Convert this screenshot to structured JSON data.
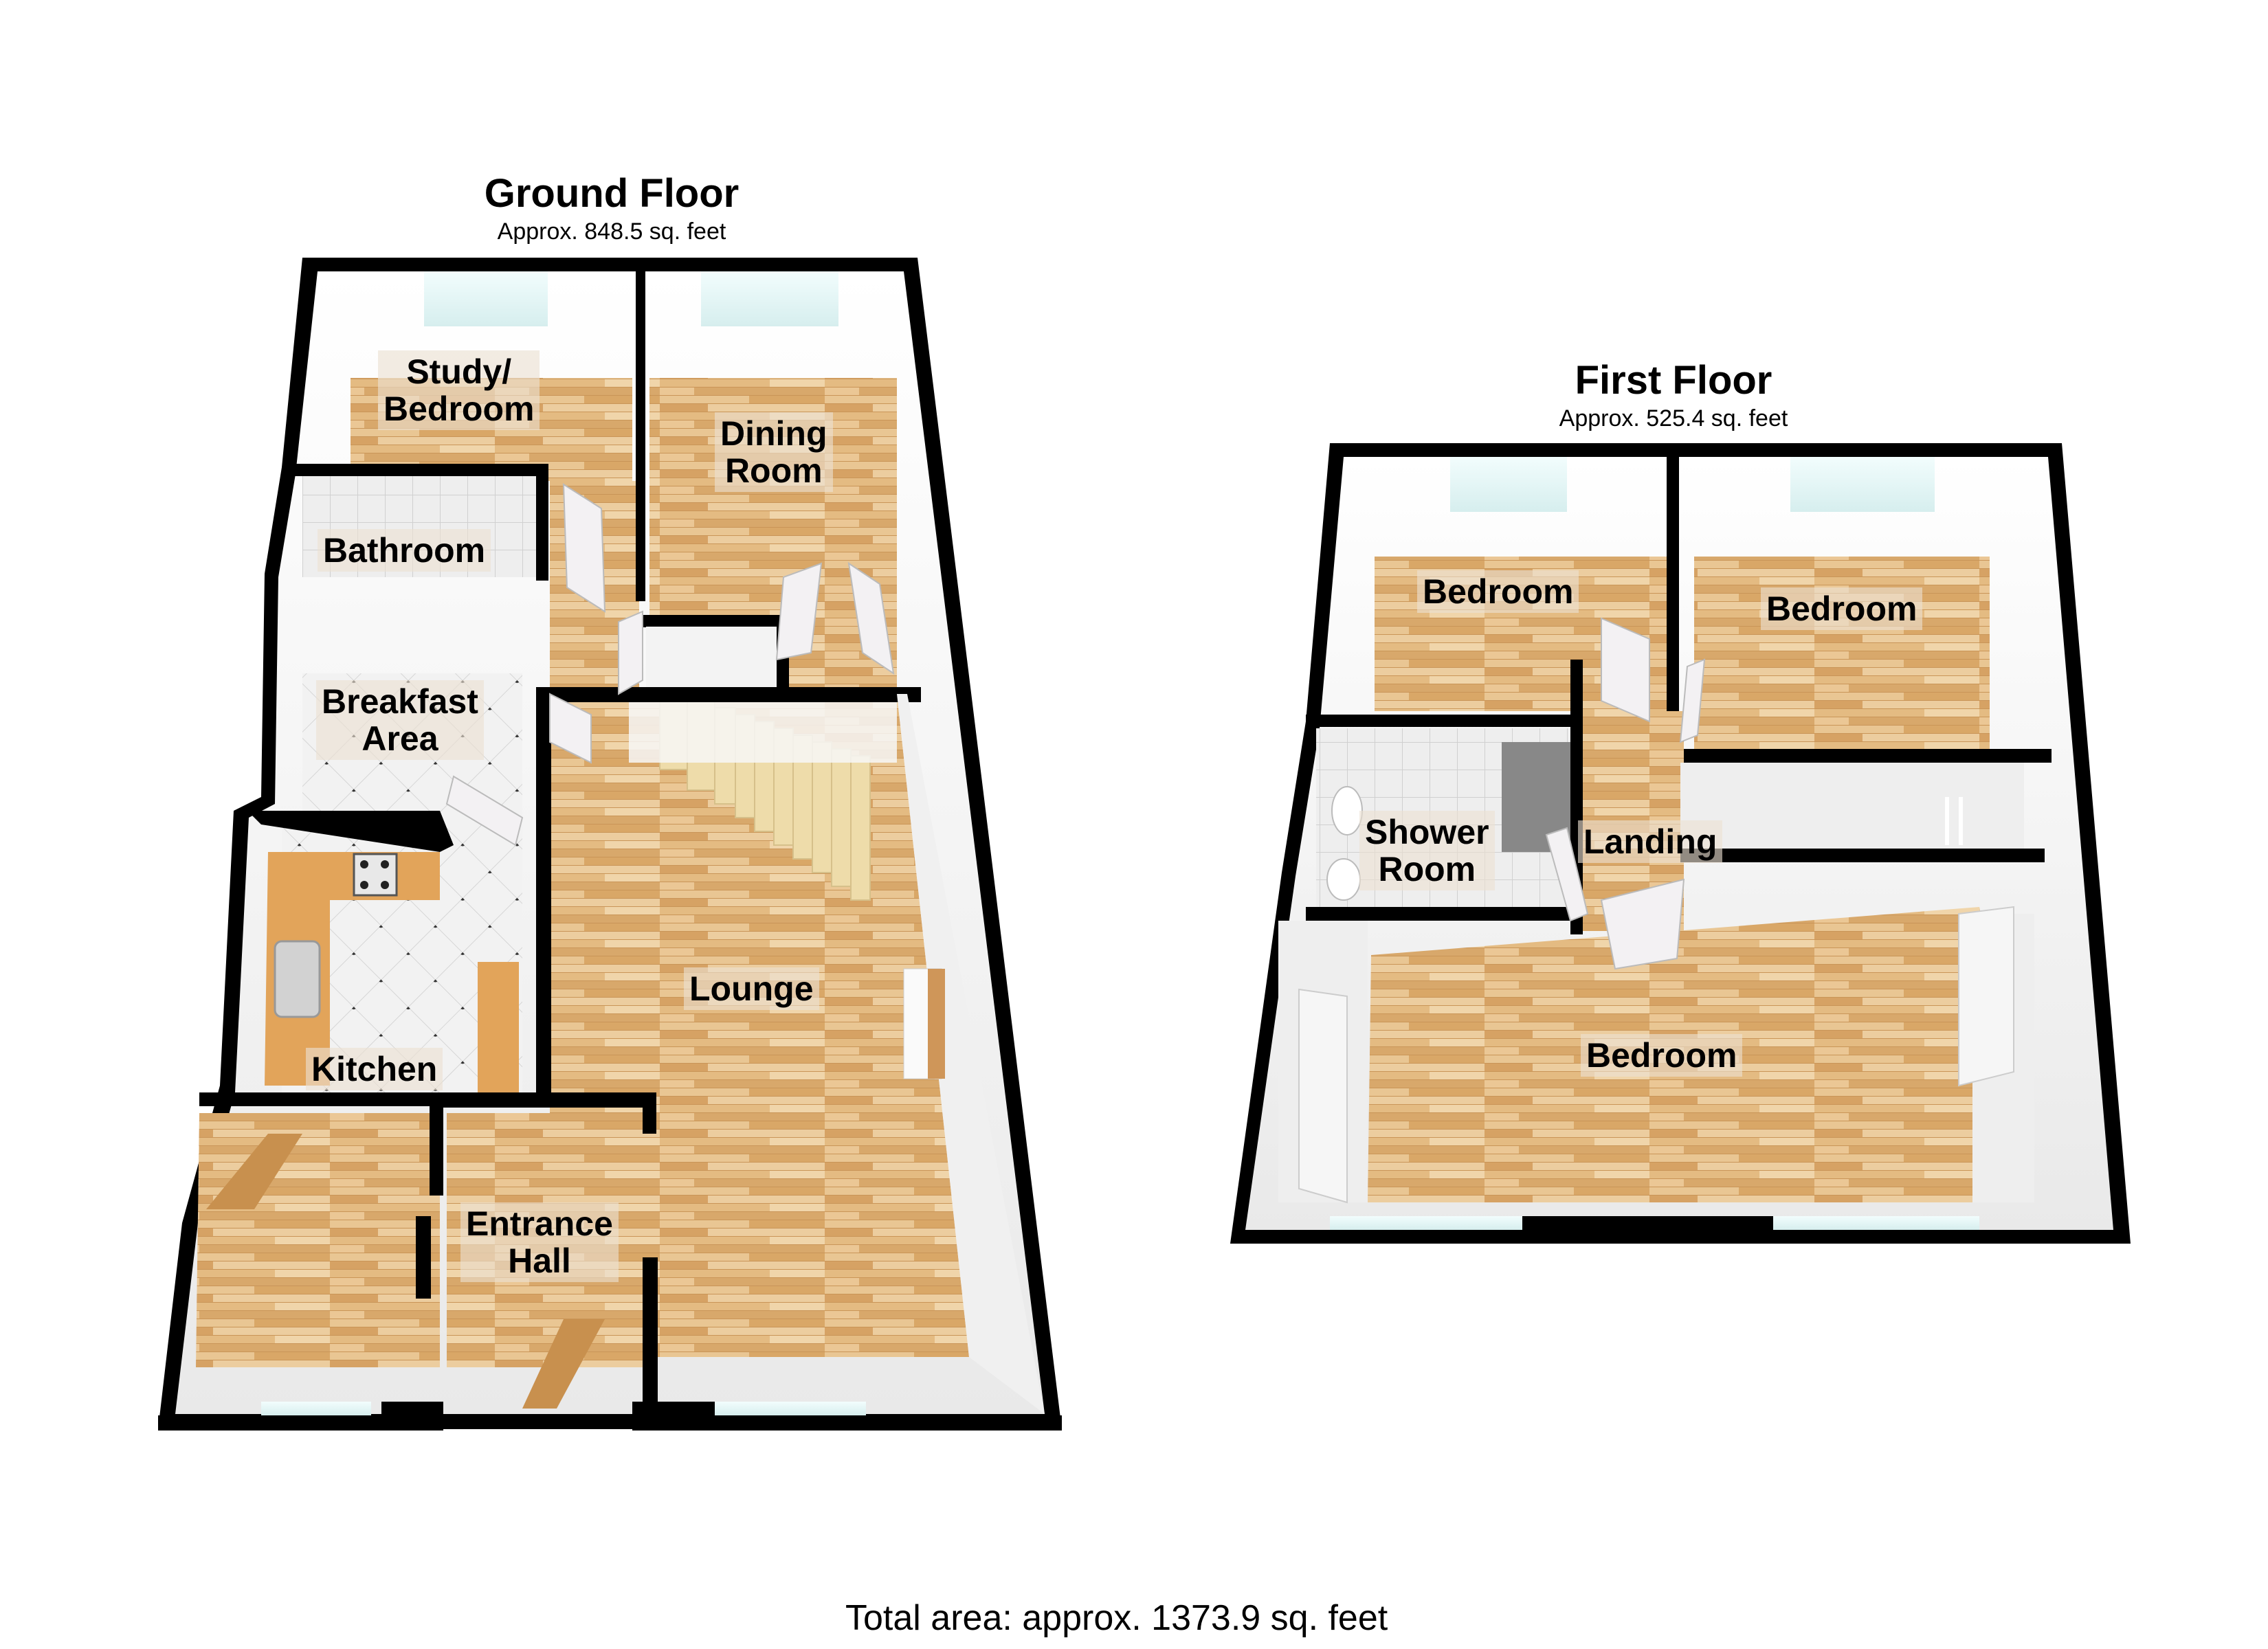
{
  "floors": [
    {
      "title": "Ground Floor",
      "area": "Approx. 848.5 sq. feet",
      "rooms": [
        {
          "name": "Study/\nBedroom"
        },
        {
          "name": "Dining\nRoom"
        },
        {
          "name": "Bathroom"
        },
        {
          "name": "Breakfast\nArea"
        },
        {
          "name": "Kitchen"
        },
        {
          "name": "Lounge"
        },
        {
          "name": "Entrance\nHall"
        }
      ]
    },
    {
      "title": "First Floor",
      "area": "Approx. 525.4 sq. feet",
      "rooms": [
        {
          "name": "Bedroom"
        },
        {
          "name": "Bedroom"
        },
        {
          "name": "Shower\nRoom"
        },
        {
          "name": "Landing"
        },
        {
          "name": "Bedroom"
        }
      ]
    }
  ],
  "total_area": "Total area: approx. 1373.9 sq. feet",
  "colors": {
    "wall": "#000000",
    "wood_floor": "#e2b57a",
    "tile_floor": "#f1f1f1",
    "wall_face": "#f4f4f4",
    "glass": "#dff4f4",
    "worktop": "#e0a055",
    "stairs": "#eedcaa",
    "door": "#f0eef0",
    "ext_door": "#c8904e"
  }
}
